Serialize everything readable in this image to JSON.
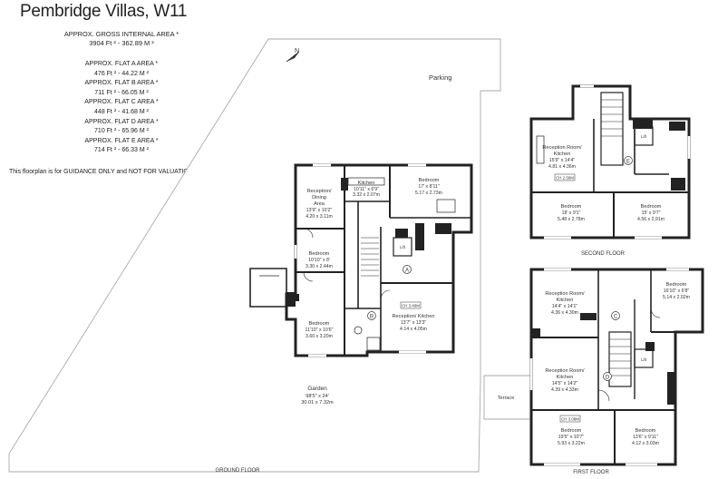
{
  "header": {
    "title": "Pembridge Villas, W11"
  },
  "gross": {
    "label": "APPROX. GROSS INTERNAL  AREA *",
    "value": "3904 Ft ² - 362.89 M ²"
  },
  "flats": [
    {
      "label": "APPROX. FLAT A  AREA *",
      "value": "476 Ft ² - 44.22 M ²"
    },
    {
      "label": "APPROX. FLAT B  AREA *",
      "value": "711 Ft ² - 66.05 M ²"
    },
    {
      "label": "APPROX. FLAT C  AREA *",
      "value": "448 Ft ² - 41.68 M ²"
    },
    {
      "label": "APPROX. FLAT D  AREA *",
      "value": "710 Ft ² - 65.96 M ²"
    },
    {
      "label": "APPROX. FLAT E  AREA *",
      "value": "714 Ft ² - 66.33 M ²"
    }
  ],
  "disclaimer": "This floorplan is for GUIDANCE ONLY and NOT FOR VALUATION purposes.",
  "compass": "N",
  "site": {
    "parking": "Parking",
    "terrace": "Terrace"
  },
  "garden": {
    "name": "Garden",
    "imperial": "98'5\" x 24'",
    "metric": "30.01 x 7.32m"
  },
  "floors": {
    "ground": "GROUND FLOOR",
    "first": "FIRST FLOOR",
    "second": "SECOND FLOOR"
  },
  "ground_rooms": {
    "reception": {
      "name": "Reception/",
      "name2": "Dining",
      "name3": "Area",
      "imperial": "13'9\" x 10'2\"",
      "metric": "4.20 x 3.11m"
    },
    "kitchen": {
      "name": "Kitchen",
      "imperial": "10'11\" x 6'9\"",
      "metric": "3.32 x 2.07m"
    },
    "bedroom_top": {
      "name": "Bedroom",
      "imperial": "17' x 8'11\"",
      "metric": "5.17 x 2.73m"
    },
    "bedroom_mid": {
      "name": "Bedroom",
      "imperial": "10'10\" x 8'",
      "metric": "3.30 x 2.44m"
    },
    "bedroom_low": {
      "name": "Bedroom",
      "imperial": "11'10\" x 10'6\"",
      "metric": "3.60 x 3.20m"
    },
    "reception_kitchen": {
      "name": "Reception/ Kitchen",
      "imperial": "13'7\" x 13'3\"",
      "metric": "4.14 x 4.05m"
    },
    "ceiling": "CH 3.40M",
    "lift": "Lift"
  },
  "second_rooms": {
    "reception": {
      "name": "Reception Room/",
      "name2": "Kitchen",
      "imperial": "15'9\" x 14'4\"",
      "metric": "4.81 x 4.36m"
    },
    "bed1": {
      "name": "Bedroom",
      "imperial": "18' x 9'1\"",
      "metric": "5.48 x 2.78m"
    },
    "bed2": {
      "name": "Bedroom",
      "imperial": "15' x 9'7\"",
      "metric": "4.56 x 2.91m"
    },
    "ceiling": "CH 2.56M",
    "lift": "Lift"
  },
  "first_rooms": {
    "rec_c": {
      "name": "Reception Room/",
      "name2": "Kitchen",
      "imperial": "14'4\" x 14'1\"",
      "metric": "4.36 x 4.30m"
    },
    "bed_c": {
      "name": "Bedroom",
      "imperial": "16'10\" x 6'8\"",
      "metric": "5.14 x 2.02m"
    },
    "rec_d": {
      "name": "Reception Room/",
      "name2": "Kitchen",
      "imperial": "14'5\" x 14'2\"",
      "metric": "4.39 x 4.33m"
    },
    "bed_d1": {
      "name": "Bedroom",
      "imperial": "19'5\" x 10'7\"",
      "metric": "5.93 x 3.22m"
    },
    "bed_d2": {
      "name": "Bedroom",
      "imperial": "13'6\" x 9'11\"",
      "metric": "4.12 x 3.03m"
    },
    "ceiling": "CH 3.08M",
    "lift": "Lift"
  },
  "flat_markers": {
    "a": "A",
    "b": "B",
    "c": "C",
    "d": "D",
    "e": "E"
  }
}
